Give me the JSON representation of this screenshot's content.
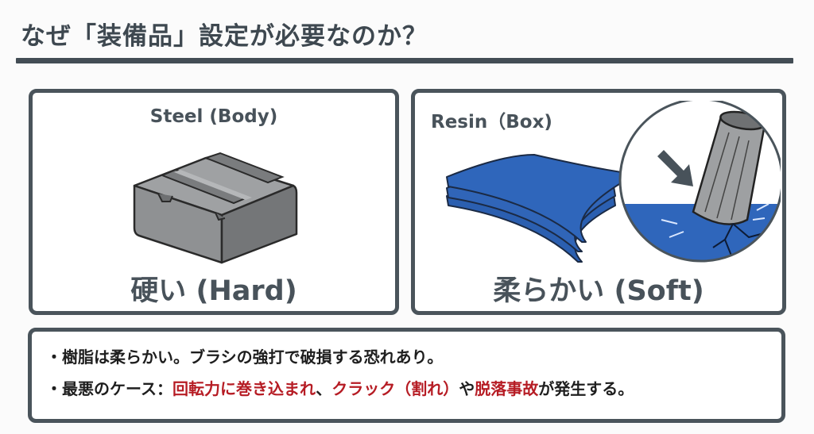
{
  "header": {
    "title": "なぜ「装備品」設定が必要なのか？"
  },
  "panels": {
    "steel": {
      "material": "Steel (Body)",
      "hardness": "硬い (Hard)",
      "icon": "steel-block-icon"
    },
    "resin": {
      "material": "Resin（Box)",
      "hardness": "柔らかい (Soft)",
      "icon": "resin-sheets-brush-damage-icon"
    }
  },
  "notes": {
    "line1": {
      "bullet": "・",
      "text": "樹脂は柔らかい。ブラシの強打で破損する恐れあり。"
    },
    "line2": {
      "bullet": "・",
      "prefix": "最悪のケース：",
      "hl1": "回転力に巻き込まれ",
      "sep1": "、",
      "hl2": "クラック（割れ）",
      "sep2": "や",
      "hl3": "脱落事故",
      "suffix": "が発生する。"
    }
  },
  "colors": {
    "text_dark": "#3e4850",
    "border": "#4a545b",
    "highlight_red": "#b61c24",
    "resin_blue": "#2b5fb0",
    "steel_gray": "#8d8f91"
  }
}
